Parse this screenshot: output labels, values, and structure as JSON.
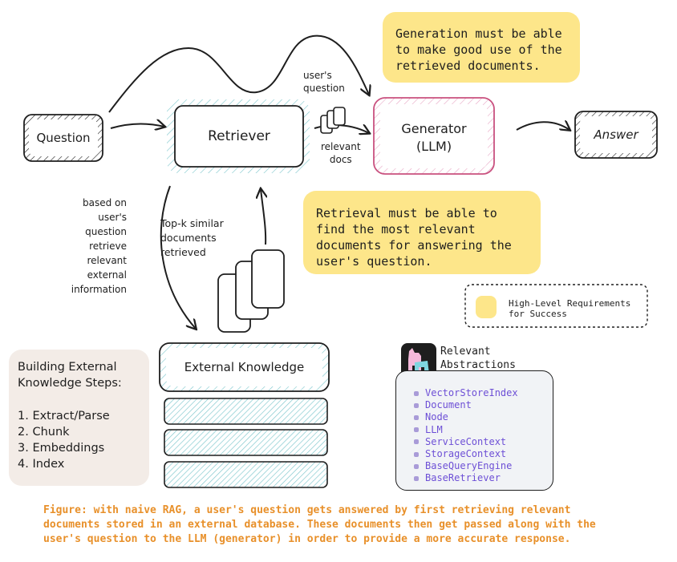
{
  "nodes": {
    "question": "Question",
    "retriever": "Retriever",
    "generator_line1": "Generator",
    "generator_line2": "(LLM)",
    "answer": "Answer",
    "external_knowledge": "External Knowledge"
  },
  "edge_labels": {
    "users_question": [
      "user's",
      "question"
    ],
    "relevant_docs": [
      "relevant",
      "docs"
    ],
    "based_on": [
      "based on",
      "user's",
      "question",
      "retrieve",
      "relevant",
      "external",
      "information"
    ],
    "top_k": [
      "Top-k similar",
      "documents",
      "retrieved"
    ]
  },
  "notes": {
    "generation": [
      "Generation must be able",
      "to make good use of the",
      "retrieved documents."
    ],
    "retrieval": [
      "Retrieval must be able to",
      "find the most relevant",
      "documents for answering the",
      "user's question."
    ]
  },
  "legend": {
    "label": [
      "High-Level Requirements",
      "for Success"
    ],
    "swatch_color": "#fde68a"
  },
  "steps": {
    "title": [
      "Building External",
      "Knowledge Steps:"
    ],
    "items": [
      "1. Extract/Parse",
      "2. Chunk",
      "3. Embeddings",
      "4. Index"
    ]
  },
  "abstractions": {
    "title": [
      "Relevant",
      "Abstractions"
    ],
    "logo": "llama-logo-icon",
    "items": [
      "VectorStoreIndex",
      "Document",
      "Node",
      "LLM",
      "ServiceContext",
      "StorageContext",
      "BaseQueryEngine",
      "BaseRetriever"
    ]
  },
  "caption": [
    "Figure: with naive RAG, a user's question gets answered by first retrieving relevant",
    "documents stored in an external database. These documents then get passed along with the",
    "user's question to the LLM (generator) in order to provide a more accurate response."
  ],
  "colors": {
    "note_yellow": "#fde68a",
    "retriever_hatch": "#7cc6cc",
    "generator_hatch": "#e7a6c4",
    "caption_orange": "#e8902a",
    "abstraction_text": "#6d4fd6"
  }
}
